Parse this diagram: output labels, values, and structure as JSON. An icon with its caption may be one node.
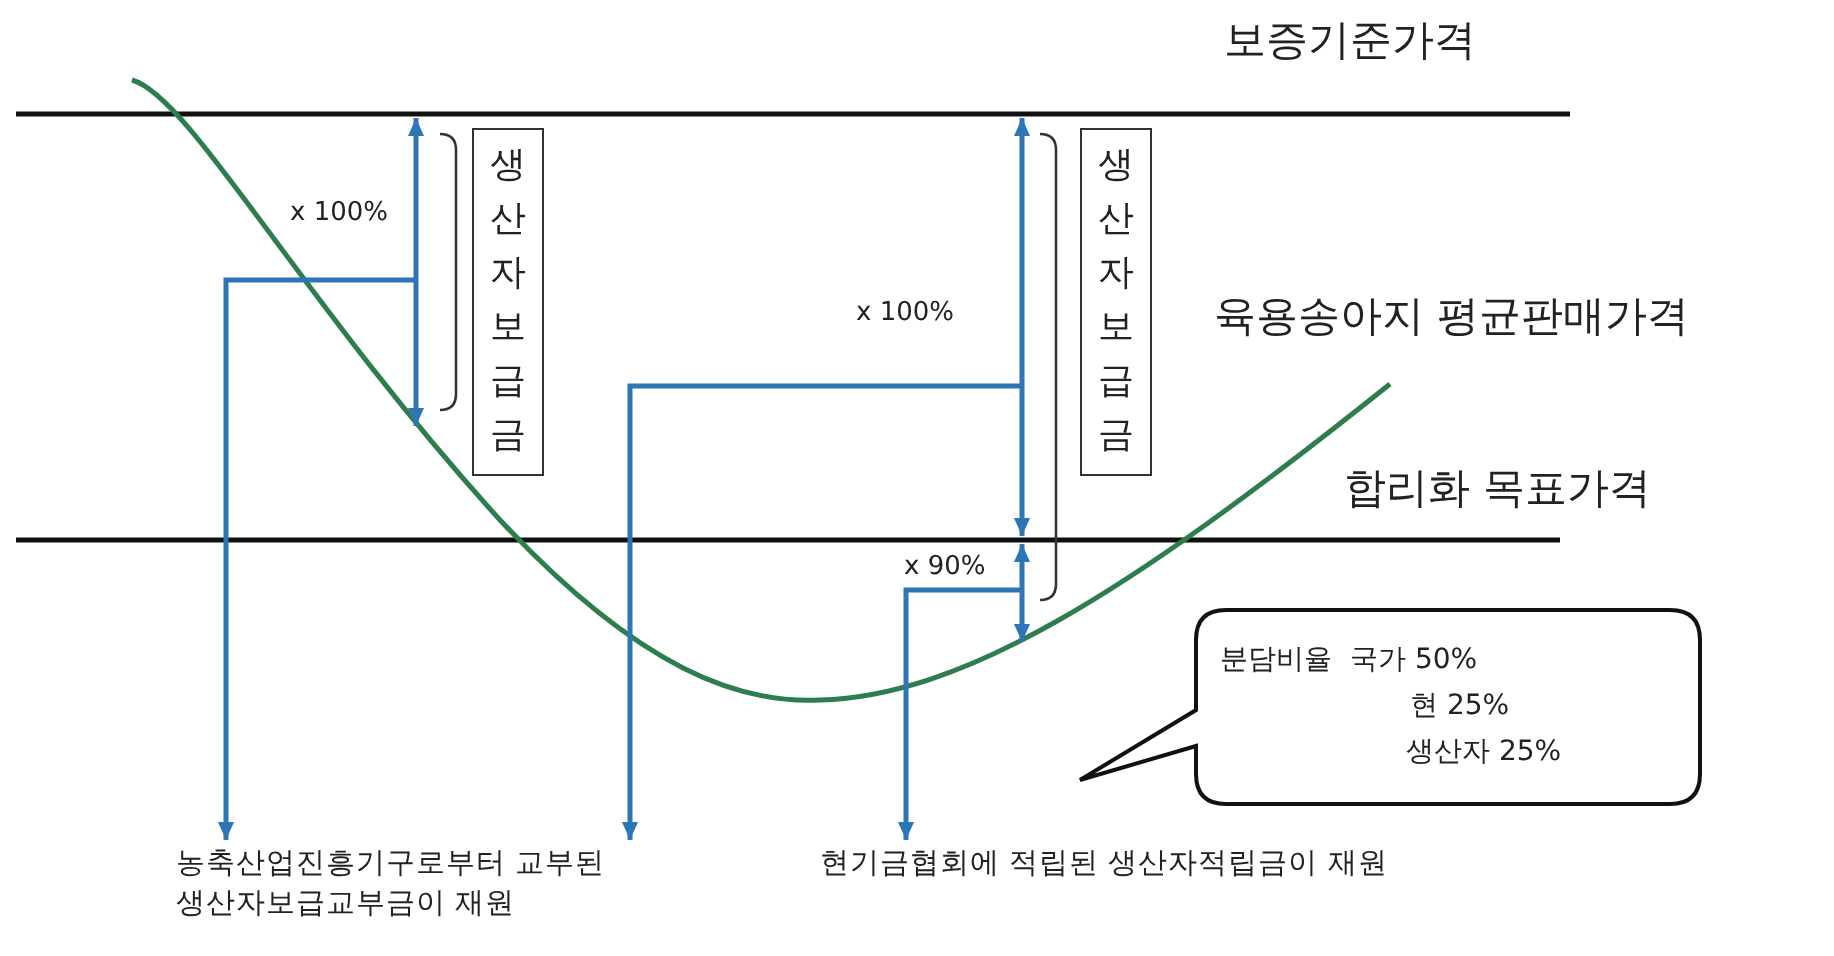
{
  "diagram": {
    "nodes": [
      {
        "text": [
          "생산자보급금"
        ]
      },
      {
        "text": [
          "생산자보급금"
        ]
      },
      {
        "text": [
          "농축산업진흥기구로부터 교부된 생산자보급교부금이 재원"
        ]
      },
      {
        "text": [
          "현기금협회에 적립된 생산자적립금이 재원"
        ]
      },
      {
        "text": [
          "분담비율",
          "국가 50%",
          "현 25%",
          "생산자 25%"
        ]
      }
    ],
    "edges": [
      {
        "from": null,
        "to": 2,
        "arrow": "to"
      },
      {
        "from": null,
        "to": 2,
        "arrow": "to"
      },
      {
        "from": null,
        "to": 3,
        "arrow": "to"
      }
    ],
    "labels": [
      "보증기준가격",
      "x 100%",
      "육용송아지 평균판매가격",
      "x 100%",
      "합리화 목표가격",
      "x 90%"
    ]
  }
}
